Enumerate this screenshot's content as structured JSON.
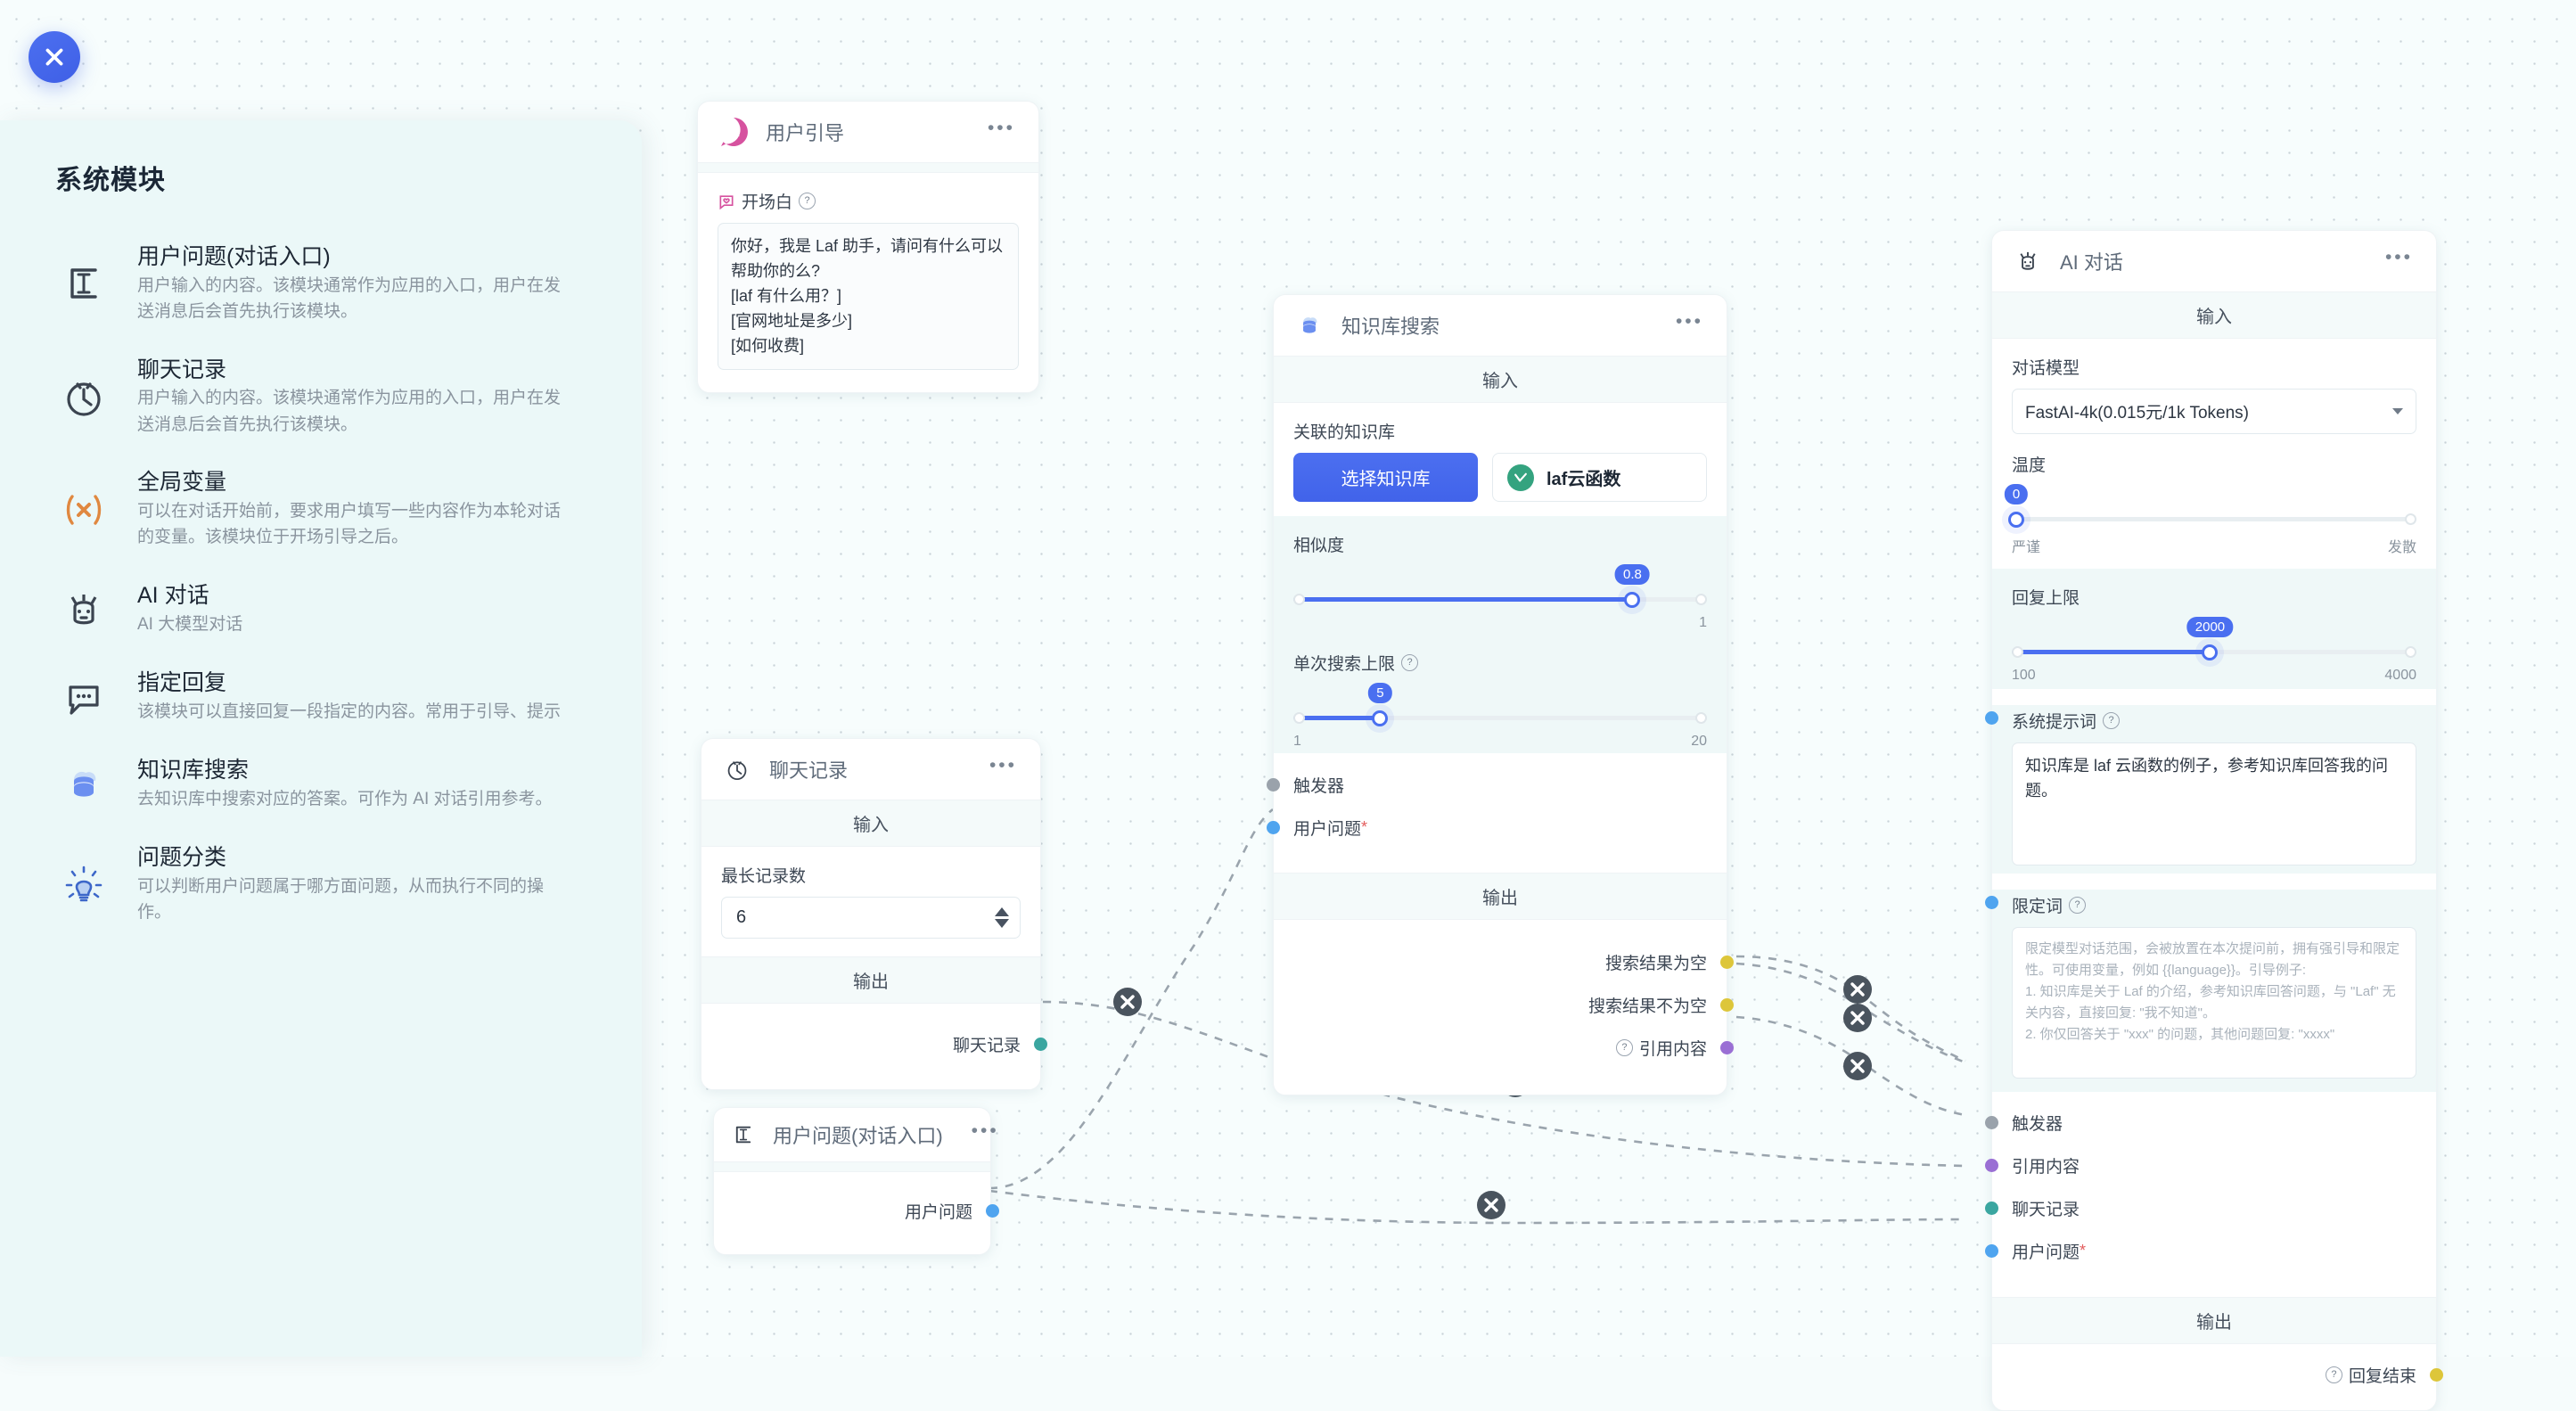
{
  "close_button": {
    "icon": "close-icon"
  },
  "sidebar": {
    "title": "系统模块",
    "items": [
      {
        "icon": "text-cursor-icon",
        "name": "用户问题(对话入口)",
        "desc": "用户输入的内容。该模块通常作为应用的入口，用户在发送消息后会首先执行该模块。"
      },
      {
        "icon": "clock-icon",
        "name": "聊天记录",
        "desc": "用户输入的内容。该模块通常作为应用的入口，用户在发送消息后会首先执行该模块。"
      },
      {
        "icon": "variable-icon",
        "name": "全局变量",
        "desc": "可以在对话开始前，要求用户填写一些内容作为本轮对话的变量。该模块位于开场引导之后。"
      },
      {
        "icon": "robot-icon",
        "name": "AI 对话",
        "desc": "AI 大模型对话"
      },
      {
        "icon": "chat-bubble-icon",
        "name": "指定回复",
        "desc": "该模块可以直接回复一段指定的内容。常用于引导、提示"
      },
      {
        "icon": "database-icon",
        "name": "知识库搜索",
        "desc": "去知识库中搜索对应的答案。可作为 AI 对话引用参考。"
      },
      {
        "icon": "lightbulb-icon",
        "name": "问题分类",
        "desc": "可以判断用户问题属于哪方面问题，从而执行不同的操作。"
      }
    ]
  },
  "nodes": {
    "guide": {
      "icon": "hi-avatar-icon",
      "title": "用户引导",
      "menu": "•••",
      "field_label": "开场白",
      "value": "你好，我是 Laf 助手，请问有什么可以帮助你的么?\n[laf 有什么用？]\n[官网地址是多少]\n[如何收费]"
    },
    "chat_history": {
      "icon": "clock-icon",
      "title": "聊天记录",
      "menu": "•••",
      "input_band": "输入",
      "output_band": "输出",
      "field_label": "最长记录数",
      "value": "6",
      "output_port": "聊天记录"
    },
    "user_question": {
      "icon": "text-cursor-icon",
      "title": "用户问题(对话入口)",
      "menu": "•••",
      "output_port": "用户问题"
    },
    "kb_search": {
      "icon": "database-icon",
      "title": "知识库搜索",
      "menu": "•••",
      "input_band": "输入",
      "output_band": "输出",
      "dataset_label": "关联的知识库",
      "select_button": "选择知识库",
      "dataset_chip": "laf云函数",
      "similarity_label": "相似度",
      "similarity_value": "0.8",
      "similarity_max_label": "1",
      "limit_label": "单次搜索上限",
      "limit_value": "5",
      "limit_min_label": "1",
      "limit_max_label": "20",
      "in_ports": [
        {
          "label": "触发器",
          "color": "#9aa2ab",
          "required": false
        },
        {
          "label": "用户问题",
          "color": "#4fa4ef",
          "required": true
        }
      ],
      "out_ports": [
        {
          "label": "搜索结果为空",
          "color": "#ddc63a",
          "help": false
        },
        {
          "label": "搜索结果不为空",
          "color": "#ddc63a",
          "help": false
        },
        {
          "label": "引用内容",
          "color": "#9a6fd4",
          "help": true
        }
      ]
    },
    "ai_chat": {
      "icon": "robot-icon",
      "title": "AI 对话",
      "menu": "•••",
      "input_band": "输入",
      "output_band": "输出",
      "model_label": "对话模型",
      "model_value": "FastAI-4k(0.015元/1k Tokens)",
      "temperature_label": "温度",
      "temperature_value": "0",
      "temperature_min_label": "严谨",
      "temperature_max_label": "发散",
      "maxtoken_label": "回复上限",
      "maxtoken_value": "2000",
      "maxtoken_min_label": "100",
      "maxtoken_max_label": "4000",
      "system_prompt_label": "系统提示词",
      "system_prompt_value": "知识库是 laf 云函数的例子，参考知识库回答我的问题。",
      "qualifier_label": "限定词",
      "qualifier_placeholder": "限定模型对话范围，会被放置在本次提问前，拥有强引导和限定性。可使用变量，例如 {{language}}。引导例子:\n1. 知识库是关于 Laf 的介绍，参考知识库回答问题，与 \"Laf\" 无关内容，直接回复: \"我不知道\"。\n2. 你仅回答关于 \"xxx\" 的问题，其他问题回复: \"xxxx\"",
      "in_ports": [
        {
          "label": "触发器",
          "color": "#9aa2ab",
          "required": false
        },
        {
          "label": "引用内容",
          "color": "#9a6fd4",
          "required": false
        },
        {
          "label": "聊天记录",
          "color": "#3aa6a0",
          "required": false
        },
        {
          "label": "用户问题",
          "color": "#4fa4ef",
          "required": true
        }
      ],
      "out_ports": [
        {
          "label": "回复结束",
          "color": "#ddc63a",
          "help": true
        }
      ]
    }
  },
  "edges": {
    "delete_icon": "edge-delete-icon",
    "count": 6
  },
  "colors": {
    "accent": "#4a6ff0",
    "canvas": "#f7fdfd",
    "sidebar": "#ebf8f8",
    "band": "#f4fafa"
  }
}
